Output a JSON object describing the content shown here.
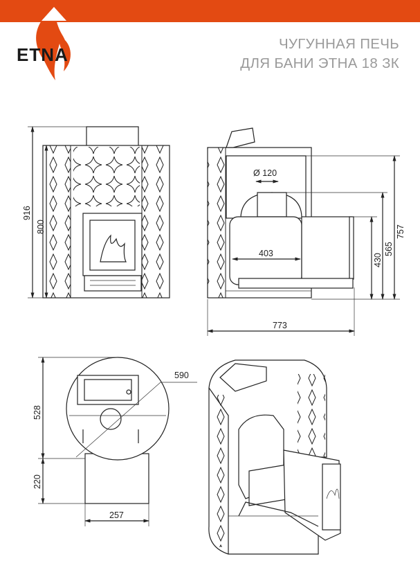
{
  "header": {
    "brand": "ETNA",
    "title_line1": "ЧУГУННАЯ ПЕЧЬ",
    "title_line2": "ДЛЯ БАНИ ЭТНА 18 ЗК",
    "accent_color": "#e34a12"
  },
  "front_view": {
    "height_total": "916",
    "height_body": "800"
  },
  "side_view": {
    "flue_diameter": "Ø 120",
    "firebox_width": "403",
    "height_total": "757",
    "height_flue": "565",
    "height_door": "430",
    "depth": "773"
  },
  "top_view": {
    "diameter": "590",
    "depth_body": "528",
    "depth_firebox": "220",
    "firebox_width": "257"
  }
}
